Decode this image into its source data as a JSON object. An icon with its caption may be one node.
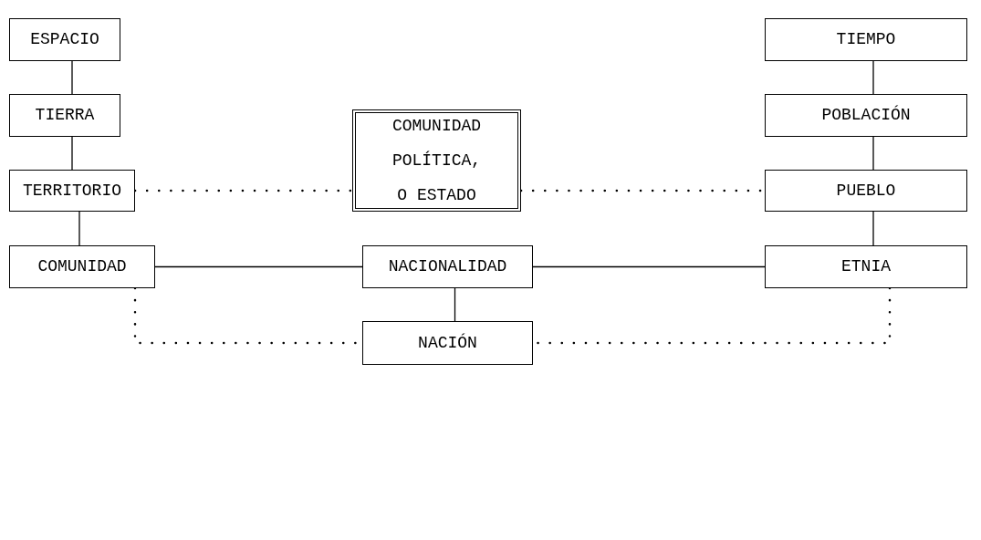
{
  "diagram": {
    "nodes": [
      {
        "text": [
          "ESPACIO"
        ]
      },
      {
        "text": [
          "TIEMPO"
        ]
      },
      {
        "text": [
          "TIERRA"
        ]
      },
      {
        "text": [
          "COMUNIDAD POLÍTICA, O ESTADO"
        ]
      },
      {
        "text": [
          "POBLACIÓN"
        ]
      },
      {
        "text": [
          "TERRITORIO"
        ]
      },
      {
        "text": [
          "PUEBLO"
        ]
      },
      {
        "text": [
          "COMUNIDAD"
        ]
      },
      {
        "text": [
          "NACIONALIDAD"
        ]
      },
      {
        "text": [
          "ETNIA"
        ]
      },
      {
        "text": [
          "NACIÓN"
        ]
      }
    ],
    "edges": [
      {
        "from": 0,
        "to": 2,
        "arrow": "none"
      },
      {
        "from": 2,
        "to": 5,
        "arrow": "none"
      },
      {
        "from": 5,
        "to": 7,
        "arrow": "none"
      },
      {
        "from": 1,
        "to": 4,
        "arrow": "none"
      },
      {
        "from": 4,
        "to": 6,
        "arrow": "none"
      },
      {
        "from": 6,
        "to": 9,
        "arrow": "none"
      },
      {
        "from": 5,
        "to": 3,
        "arrow": "none",
        "style": "dashed"
      },
      {
        "from": 3,
        "to": 6,
        "arrow": "none",
        "style": "dashed"
      },
      {
        "from": 7,
        "to": 8,
        "arrow": "none"
      },
      {
        "from": 8,
        "to": 9,
        "arrow": "none"
      },
      {
        "from": 8,
        "to": 10,
        "arrow": "none"
      },
      {
        "from": 7,
        "to": 10,
        "arrow": "none",
        "style": "dashed"
      },
      {
        "from": 9,
        "to": 10,
        "arrow": "none",
        "style": "dashed"
      }
    ]
  }
}
